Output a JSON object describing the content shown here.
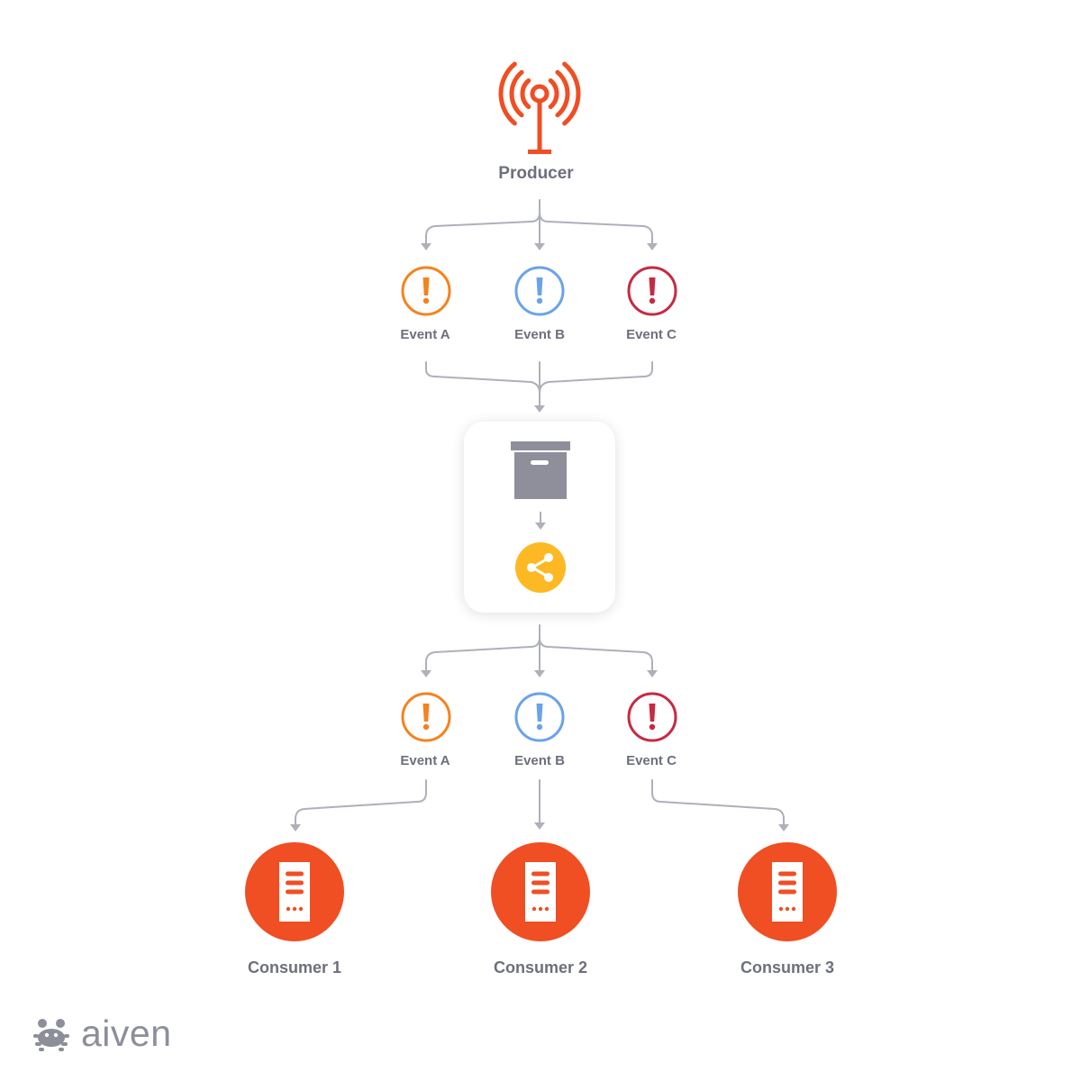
{
  "producer": {
    "label": "Producer",
    "icon": "antenna-icon",
    "color": "#f04e23"
  },
  "events_top": [
    {
      "label": "Event A",
      "color": "#f5821f",
      "icon": "exclamation-circle-icon"
    },
    {
      "label": "Event B",
      "color": "#6aa2ec",
      "icon": "exclamation-circle-icon"
    },
    {
      "label": "Event C",
      "color": "#c62a42",
      "icon": "exclamation-circle-icon"
    }
  ],
  "broker": {
    "storage_icon": "archive-box-icon",
    "distribution_icon": "share-icon",
    "box_color": "#8e8f9b",
    "share_color": "#fdb924"
  },
  "events_bottom": [
    {
      "label": "Event A",
      "color": "#f5821f",
      "icon": "exclamation-circle-icon"
    },
    {
      "label": "Event B",
      "color": "#6aa2ec",
      "icon": "exclamation-circle-icon"
    },
    {
      "label": "Event C",
      "color": "#c62a42",
      "icon": "exclamation-circle-icon"
    }
  ],
  "consumers": [
    {
      "label": "Consumer 1",
      "icon": "server-icon"
    },
    {
      "label": "Consumer 2",
      "icon": "server-icon"
    },
    {
      "label": "Consumer 3",
      "icon": "server-icon"
    }
  ],
  "consumer_color": "#f04e23",
  "connector_color": "#aeb0ba",
  "brand": {
    "text": "aiven",
    "logo_icon": "crab-logo-icon",
    "color": "#8c8e9a"
  }
}
